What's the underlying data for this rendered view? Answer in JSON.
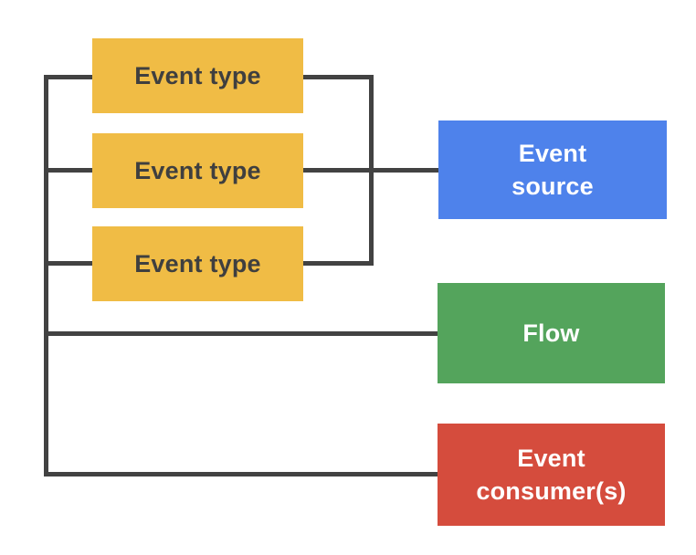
{
  "diagram": {
    "nodes": {
      "event_types": [
        {
          "label": "Event type"
        },
        {
          "label": "Event type"
        },
        {
          "label": "Event type"
        }
      ],
      "event_source": {
        "label": "Event source"
      },
      "flow": {
        "label": "Flow"
      },
      "event_consumers": {
        "label": "Event consumer(s)"
      }
    },
    "colors": {
      "event_type_fill": "#F0BC45",
      "event_source_fill": "#4E82EB",
      "flow_fill": "#54A45C",
      "event_consumers_fill": "#D54C3D",
      "connector": "#424242",
      "event_type_text": "#3F3F3F",
      "box_text": "#FFFFFF",
      "background": "#FFFFFF"
    }
  }
}
